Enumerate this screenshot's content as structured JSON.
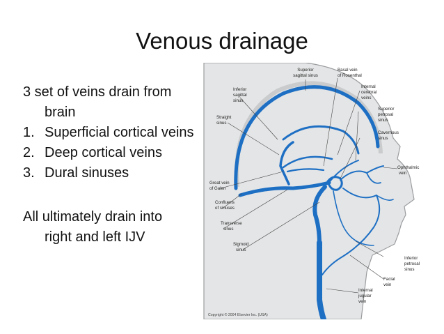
{
  "slide": {
    "title": "Venous drainage",
    "intro": {
      "line1": "3 set of veins drain from",
      "line2": "brain"
    },
    "list": [
      {
        "num": "1.",
        "text": "Superficial cortical veins"
      },
      {
        "num": "2.",
        "text": "Deep cortical veins"
      },
      {
        "num": "3.",
        "text": "Dural sinuses"
      }
    ],
    "conclusion": {
      "line1": "All ultimately drain into",
      "line2": "right and left IJV"
    }
  },
  "figure": {
    "labels": {
      "superior_sagittal_1": "Superior",
      "superior_sagittal_2": "sagittal sinus",
      "basal_vein_1": "Basal vein",
      "basal_vein_2": "of Rosenthal",
      "inferior_sagittal_1": "Inferior",
      "inferior_sagittal_2": "sagittal",
      "inferior_sagittal_3": "sinus",
      "internal_cerebral_1": "Internal",
      "internal_cerebral_2": "cerebral",
      "internal_cerebral_3": "veins",
      "superior_petrosal_1": "Superior",
      "superior_petrosal_2": "petrosal",
      "superior_petrosal_3": "sinus",
      "straight_1": "Straight",
      "straight_2": "sinus",
      "cavernous_1": "Cavernous",
      "cavernous_2": "sinus",
      "ophthalmic_1": "Ophthalmic",
      "ophthalmic_2": "vein",
      "great_vein_1": "Great vein",
      "great_vein_2": "of Galen",
      "confluens_1": "Confluens",
      "confluens_2": "of sinuses",
      "transverse_1": "Transverse",
      "transverse_2": "sinus",
      "sigmoid_1": "Sigmoid",
      "sigmoid_2": "sinus",
      "inferior_petrosal_1": "Inferior",
      "inferior_petrosal_2": "petrosal",
      "inferior_petrosal_3": "sinus",
      "facial_1": "Facial",
      "facial_2": "vein",
      "ijv_1": "Internal",
      "ijv_2": "jugular",
      "ijv_3": "vein"
    },
    "copyright": "Copyright © 2004 Elsevier Inc. (USA)",
    "colors": {
      "vein": "#1d6fc4",
      "head_fill": "#e4e5e6",
      "outline": "#9a9c9e"
    }
  }
}
